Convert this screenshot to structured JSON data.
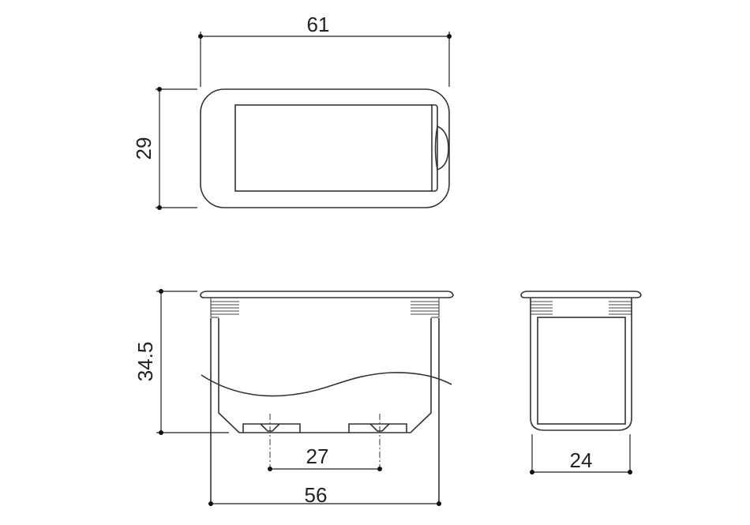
{
  "dimensions": {
    "top_width": "61",
    "top_height": "29",
    "front_height": "34.5",
    "front_hole_spacing": "27",
    "front_width": "56",
    "side_width": "24"
  },
  "colors": {
    "line": "#333333",
    "background": "#ffffff"
  }
}
